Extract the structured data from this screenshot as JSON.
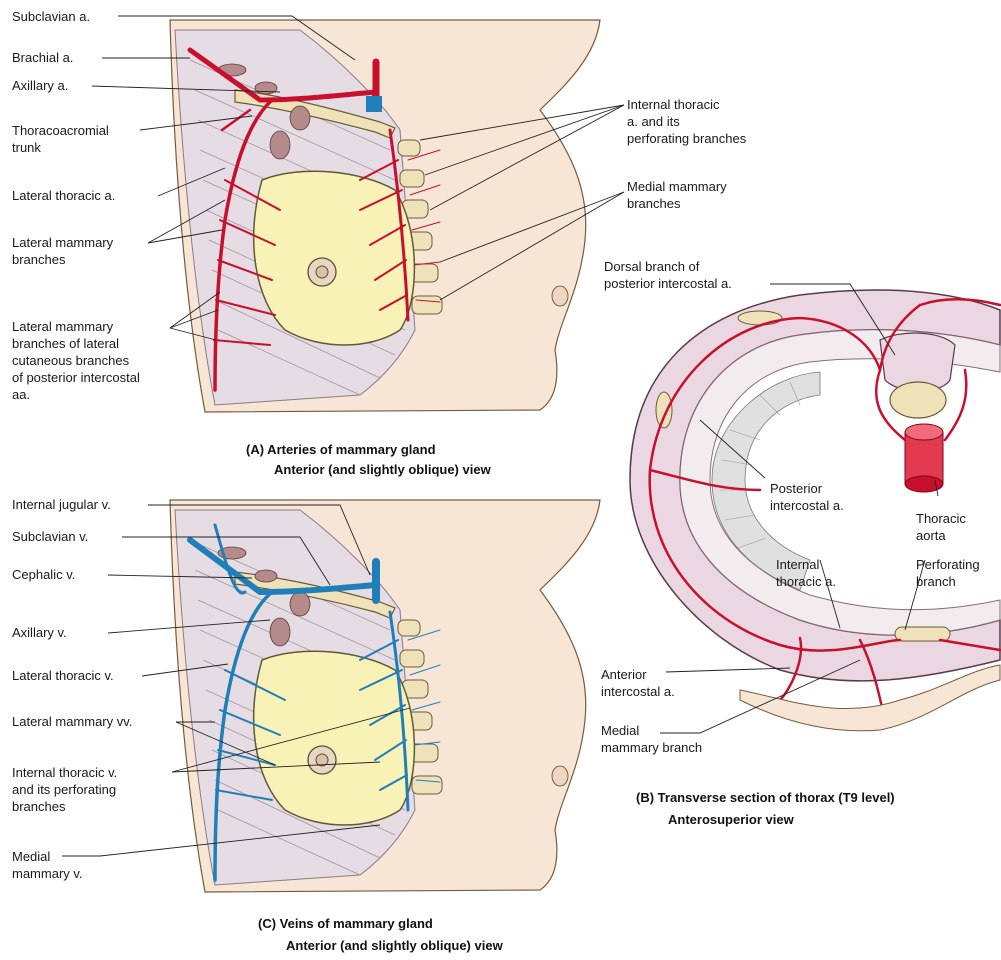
{
  "colors": {
    "artery": "#c8102e",
    "vein": "#1f7fb8",
    "gland": "#f8f2b6",
    "skin": "#f7e6d6",
    "muscle": "#e6dce3",
    "bone": "#f0e2b8",
    "leader": "#222222"
  },
  "panel_a": {
    "caption_line1": "(A)  Arteries of mammary gland",
    "caption_line2": "Anterior (and slightly oblique) view",
    "labels": {
      "subclavian_a": "Subclavian a.",
      "brachial_a": "Brachial a.",
      "axillary_a": "Axillary a.",
      "thoracoacromial": "Thoracoacromial\ntrunk",
      "lateral_thoracic_a": "Lateral thoracic a.",
      "lateral_mammary_branches": "Lateral mammary\nbranches",
      "lateral_mammary_cutaneous": "Lateral mammary\nbranches of lateral\ncutaneous branches\nof posterior intercostal\naa.",
      "internal_thoracic_a": "Internal thoracic\na. and its\nperforating branches",
      "medial_mammary_branches": "Medial mammary\nbranches"
    }
  },
  "panel_b": {
    "caption_line1": "(B) Transverse section of thorax (T9 level)",
    "caption_line2": "Anterosuperior view",
    "labels": {
      "dorsal_branch": "Dorsal branch of\nposterior intercostal a.",
      "posterior_intercostal": "Posterior\nintercostal a.",
      "thoracic_aorta": "Thoracic\naorta",
      "internal_thoracic": "Internal\nthoracic a.",
      "perforating_branch": "Perforating\nbranch",
      "anterior_intercostal": "Anterior\nintercostal a.",
      "medial_mammary_branch": "Medial\nmammary branch"
    }
  },
  "panel_c": {
    "caption_line1": "(C) Veins of mammary gland",
    "caption_line2": "Anterior (and slightly oblique) view",
    "labels": {
      "internal_jugular_v": "Internal jugular v.",
      "subclavian_v": "Subclavian v.",
      "cephalic_v": "Cephalic v.",
      "axillary_v": "Axillary v.",
      "lateral_thoracic_v": "Lateral thoracic v.",
      "lateral_mammary_vv": "Lateral mammary vv.",
      "internal_thoracic_v": "Internal thoracic v.\nand its perforating\nbranches",
      "medial_mammary_v": "Medial\nmammary v."
    }
  }
}
